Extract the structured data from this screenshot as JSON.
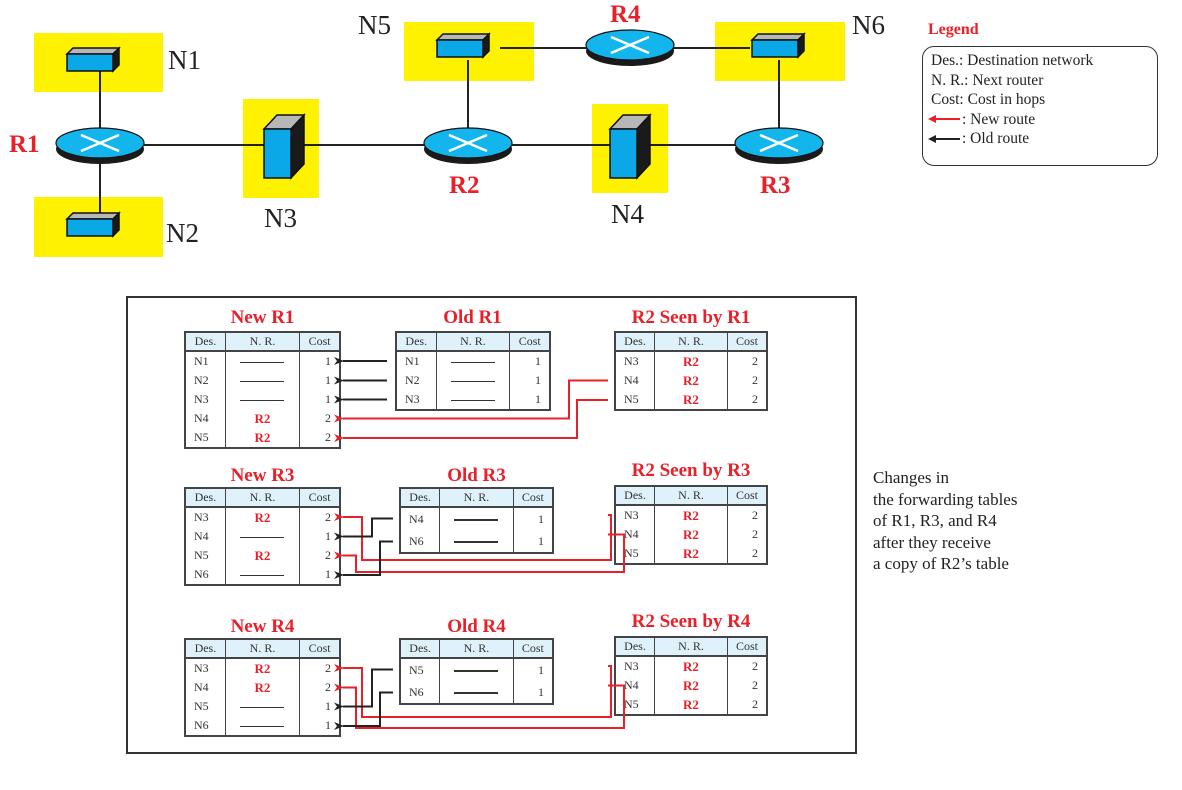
{
  "topology": {
    "routers": [
      {
        "id": "R1",
        "label": "R1"
      },
      {
        "id": "R2",
        "label": "R2"
      },
      {
        "id": "R3",
        "label": "R3"
      },
      {
        "id": "R4",
        "label": "R4"
      }
    ],
    "networks": [
      {
        "id": "N1",
        "label": "N1"
      },
      {
        "id": "N2",
        "label": "N2"
      },
      {
        "id": "N3",
        "label": "N3"
      },
      {
        "id": "N4",
        "label": "N4"
      },
      {
        "id": "N5",
        "label": "N5"
      },
      {
        "id": "N6",
        "label": "N6"
      }
    ],
    "links": [
      [
        "R1",
        "N1"
      ],
      [
        "R1",
        "N2"
      ],
      [
        "R1",
        "N3"
      ],
      [
        "N3",
        "R2"
      ],
      [
        "R2",
        "N5"
      ],
      [
        "R2",
        "N4"
      ],
      [
        "N4",
        "R3"
      ],
      [
        "R3",
        "N6"
      ],
      [
        "N5",
        "R4"
      ],
      [
        "R4",
        "N6"
      ]
    ]
  },
  "legend": {
    "title": "Legend",
    "lines": [
      "Des.: Destination network",
      "N. R.: Next router",
      "Cost: Cost in hops",
      ": New route",
      ": Old route"
    ],
    "new_route_color": "#e8202a",
    "old_route_color": "#222222"
  },
  "headers": {
    "des": "Des.",
    "nr": "N. R.",
    "cost": "Cost"
  },
  "tables": {
    "new_r1": {
      "title": "New R1",
      "rows": [
        {
          "des": "N1",
          "nr": "",
          "cost": "1"
        },
        {
          "des": "N2",
          "nr": "",
          "cost": "1"
        },
        {
          "des": "N3",
          "nr": "",
          "cost": "1"
        },
        {
          "des": "N4",
          "nr": "R2",
          "cost": "2"
        },
        {
          "des": "N5",
          "nr": "R2",
          "cost": "2"
        }
      ]
    },
    "old_r1": {
      "title": "Old R1",
      "rows": [
        {
          "des": "N1",
          "nr": "",
          "cost": "1"
        },
        {
          "des": "N2",
          "nr": "",
          "cost": "1"
        },
        {
          "des": "N3",
          "nr": "",
          "cost": "1"
        }
      ]
    },
    "r2_by_r1": {
      "title": "R2 Seen by R1",
      "rows": [
        {
          "des": "N3",
          "nr": "R2",
          "cost": "2"
        },
        {
          "des": "N4",
          "nr": "R2",
          "cost": "2"
        },
        {
          "des": "N5",
          "nr": "R2",
          "cost": "2"
        }
      ]
    },
    "new_r3": {
      "title": "New R3",
      "rows": [
        {
          "des": "N3",
          "nr": "R2",
          "cost": "2"
        },
        {
          "des": "N4",
          "nr": "",
          "cost": "1"
        },
        {
          "des": "N5",
          "nr": "R2",
          "cost": "2"
        },
        {
          "des": "N6",
          "nr": "",
          "cost": "1"
        }
      ]
    },
    "old_r3": {
      "title": "Old R3",
      "rows": [
        {
          "des": "N4",
          "nr": "",
          "cost": "1"
        },
        {
          "des": "N6",
          "nr": "",
          "cost": "1"
        }
      ]
    },
    "r2_by_r3": {
      "title": "R2 Seen by R3",
      "rows": [
        {
          "des": "N3",
          "nr": "R2",
          "cost": "2"
        },
        {
          "des": "N4",
          "nr": "R2",
          "cost": "2"
        },
        {
          "des": "N5",
          "nr": "R2",
          "cost": "2"
        }
      ]
    },
    "new_r4": {
      "title": "New R4",
      "rows": [
        {
          "des": "N3",
          "nr": "R2",
          "cost": "2"
        },
        {
          "des": "N4",
          "nr": "R2",
          "cost": "2"
        },
        {
          "des": "N5",
          "nr": "",
          "cost": "1"
        },
        {
          "des": "N6",
          "nr": "",
          "cost": "1"
        }
      ]
    },
    "old_r4": {
      "title": "Old R4",
      "rows": [
        {
          "des": "N5",
          "nr": "",
          "cost": "1"
        },
        {
          "des": "N6",
          "nr": "",
          "cost": "1"
        }
      ]
    },
    "r2_by_r4": {
      "title": "R2 Seen by R4",
      "rows": [
        {
          "des": "N3",
          "nr": "R2",
          "cost": "2"
        },
        {
          "des": "N4",
          "nr": "R2",
          "cost": "2"
        },
        {
          "des": "N5",
          "nr": "R2",
          "cost": "2"
        }
      ]
    }
  },
  "caption": [
    "Changes in",
    "the forwarding tables",
    "of R1, R3, and R4",
    "after they receive",
    "a copy of R2’s table"
  ]
}
